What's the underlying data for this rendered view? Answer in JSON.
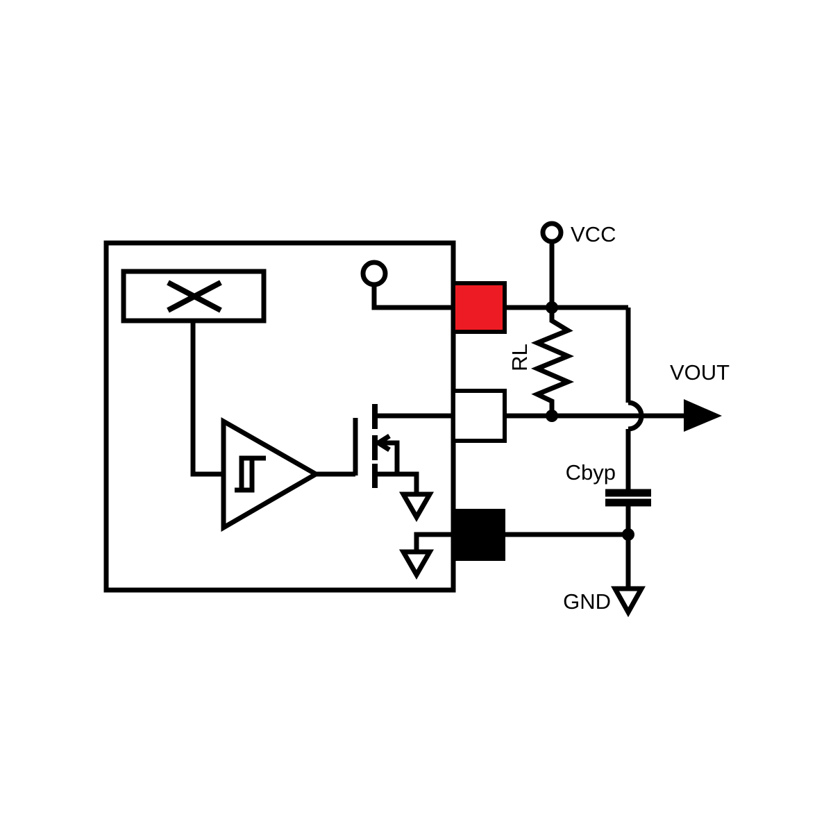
{
  "diagram": {
    "labels": {
      "vcc": "VCC",
      "vout": "VOUT",
      "rl": "RL",
      "cbyp": "Cbyp",
      "gnd": "GND"
    },
    "colors": {
      "line": "#000000",
      "background": "#ffffff",
      "supply_pin": "#ed1c24",
      "output_pin": "#ffffff",
      "ground_pin": "#000000"
    },
    "icons": {
      "hall_element": "crossed-box-icon",
      "amplifier": "schmitt-trigger-triangle-icon",
      "transistor": "nmos-mosfet-icon",
      "ground": "open-triangle-ground-icon",
      "terminal": "open-circle-terminal-icon",
      "output_arrow": "filled-right-arrow-icon"
    }
  }
}
